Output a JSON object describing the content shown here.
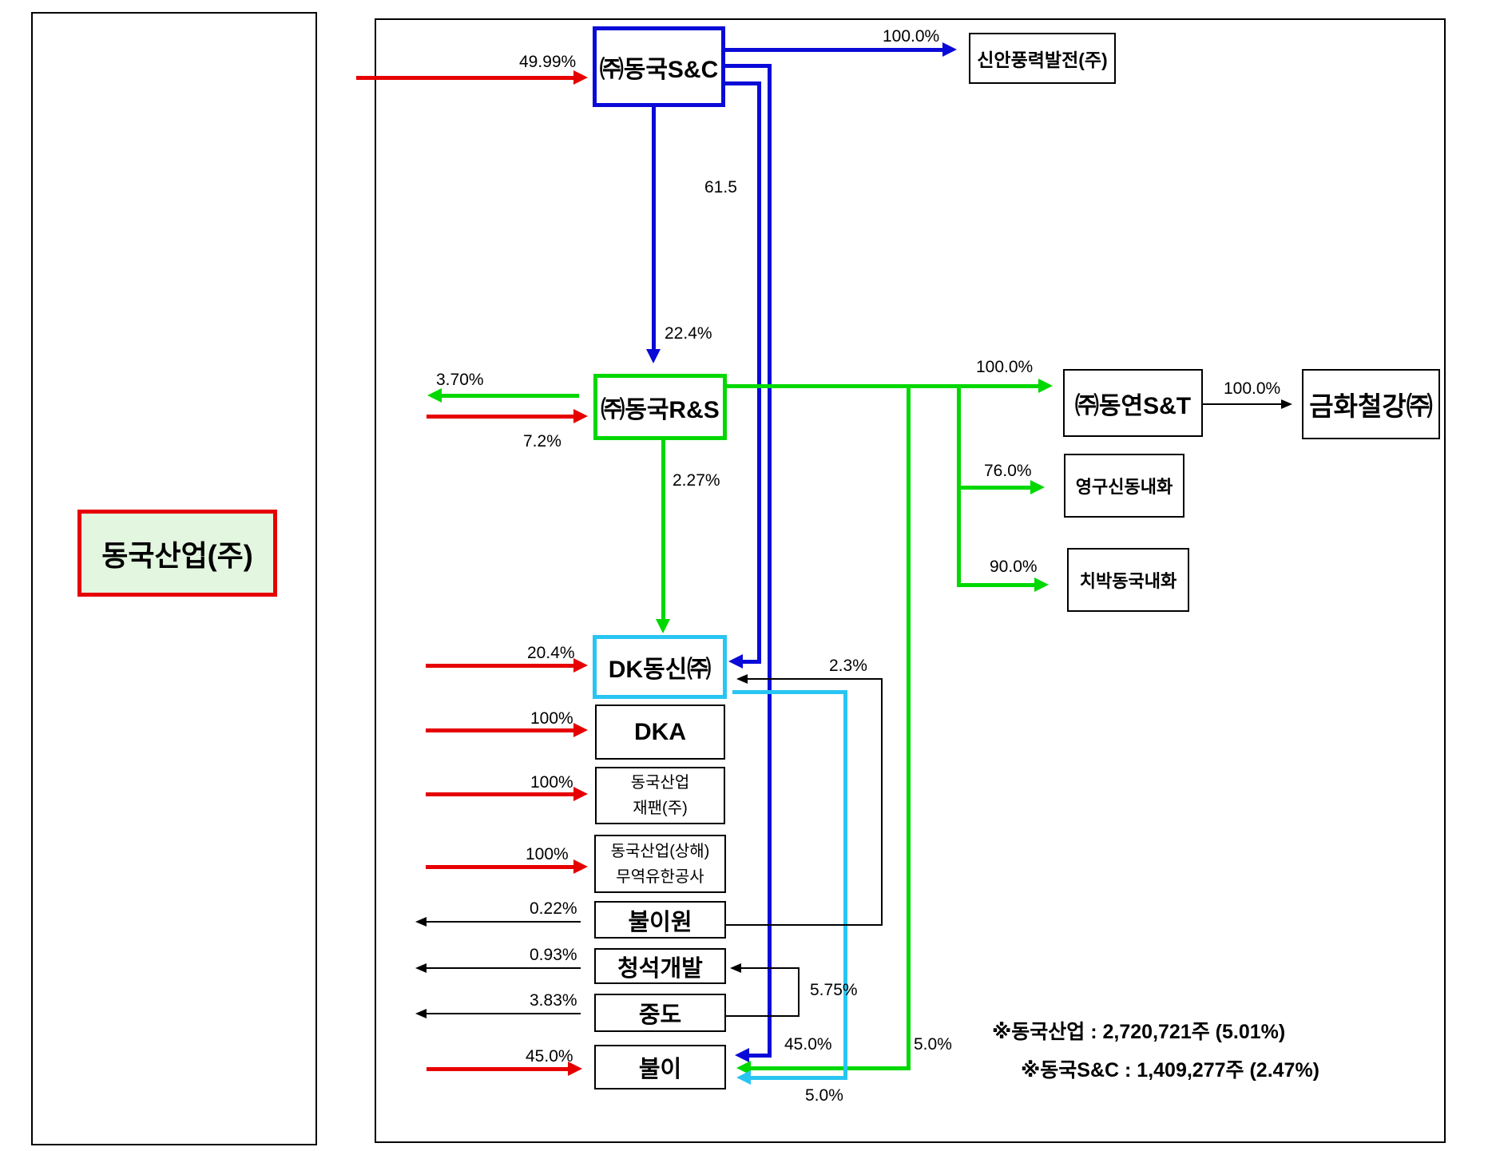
{
  "left_panel": {
    "company": "동국산업(주)"
  },
  "boxes": {
    "sc": "㈜동국S&C",
    "shinan": "신안풍력발전(주)",
    "rs": "㈜동국R&S",
    "dongyeon": "㈜동연S&T",
    "geumhwa": "금화철강㈜",
    "yeonggu": "영구신동내화",
    "chibak": "치박동국내화",
    "dk": "DK동신㈜",
    "dka": "DKA",
    "japan_line1": "동국산업",
    "japan_line2": "재팬(주)",
    "shanghai_line1": "동국산업(상해)",
    "shanghai_line2": "무역유한공사",
    "buliwon": "불이원",
    "cheongseok": "청석개발",
    "jungdo": "중도",
    "buli": "불이"
  },
  "labels": {
    "pct_sc": "49.99%",
    "pct_shinan": "100.0%",
    "pct_sc_dk": "61.5",
    "pct_sc_rs": "22.4%",
    "pct_rs_out": "3.70%",
    "pct_rs_in": "7.2%",
    "pct_rs_dk": "2.27%",
    "pct_dongyeon": "100.0%",
    "pct_geumhwa": "100.0%",
    "pct_yeonggu": "76.0%",
    "pct_chibak": "90.0%",
    "pct_dk": "20.4%",
    "pct_dka": "100%",
    "pct_japan": "100%",
    "pct_shanghai": "100%",
    "pct_buliwon_out": "0.22%",
    "pct_buliwon_dk": "2.3%",
    "pct_cheongseok_out": "0.93%",
    "pct_jungdo_cheongseok": "5.75%",
    "pct_jungdo_out": "3.83%",
    "pct_buli_left": "45.0%",
    "pct_buli_blue": "45.0%",
    "pct_buli_green": "5.0%",
    "pct_buli_cyan": "5.0%"
  },
  "notes": {
    "line1": "※동국산업 : 2,720,721주  (5.01%)",
    "line2": "※동국S&C : 1,409,277주  (2.47%)"
  },
  "colors": {
    "blue": "#0a0ad8",
    "green": "#00d800",
    "red": "#e60000",
    "cyan": "#29c5f2",
    "parent_box_bg": "#e3f7e0",
    "parent_box_border": "#e60000"
  }
}
